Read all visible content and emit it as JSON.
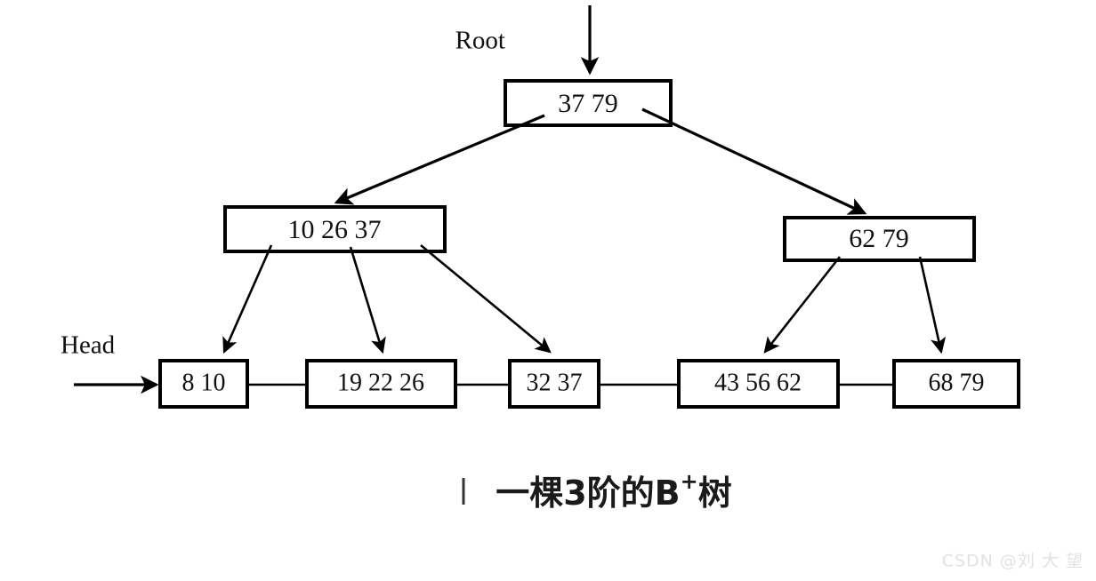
{
  "diagram": {
    "title_caption": "一棵3阶的B",
    "caption_superscript": "+",
    "caption_tail": "树",
    "root_label": "Root",
    "head_label": "Head",
    "watermark": "CSDN @刘 大 望",
    "colors": {
      "stroke": "#000000",
      "background": "#ffffff",
      "text": "#111111",
      "watermark": "#e2e2e2"
    },
    "tree": {
      "order": 3,
      "type": "B+ tree",
      "root": {
        "id": "root",
        "keys": "37    79",
        "key_list": [
          37,
          79
        ]
      },
      "internal": [
        {
          "id": "internal-left",
          "keys": "10    26    37",
          "key_list": [
            10,
            26,
            37
          ]
        },
        {
          "id": "internal-right",
          "keys": "62    79",
          "key_list": [
            62,
            79
          ]
        }
      ],
      "leaves": [
        {
          "id": "leaf-1",
          "keys": "8 10",
          "key_list": [
            8,
            10
          ]
        },
        {
          "id": "leaf-2",
          "keys": "19 22 26",
          "key_list": [
            19,
            22,
            26
          ]
        },
        {
          "id": "leaf-3",
          "keys": "32 37",
          "key_list": [
            32,
            37
          ]
        },
        {
          "id": "leaf-4",
          "keys": "43 56 62",
          "key_list": [
            43,
            56,
            62
          ]
        },
        {
          "id": "leaf-5",
          "keys": "68 79",
          "key_list": [
            68,
            79
          ]
        }
      ]
    }
  }
}
